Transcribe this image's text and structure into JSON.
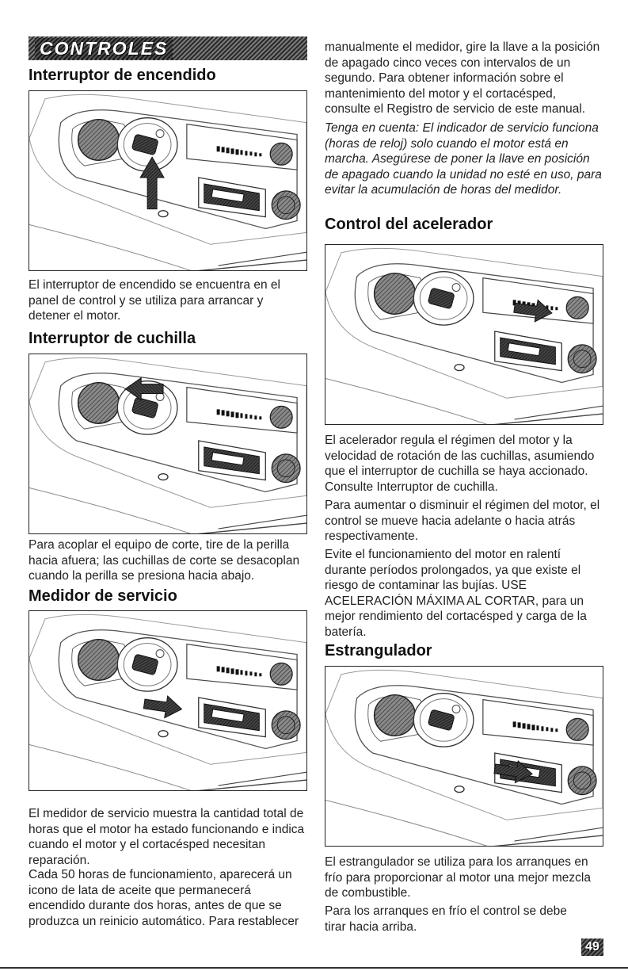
{
  "banner": "CONTROLES",
  "sections": {
    "ignition": {
      "heading": "Interruptor de encendido",
      "text": "El interruptor de encendido se encuentra en el panel de control y se utiliza para arrancar y detener el motor."
    },
    "blade": {
      "heading": "Interruptor de cuchilla",
      "text": "Para acoplar el equipo de corte, tire de la perilla hacia afuera; las cuchillas de corte se desacoplan cuando la perilla se presiona hacia abajo."
    },
    "meter": {
      "heading": "Medidor de servicio",
      "text1": "El medidor de servicio muestra la cantidad total de horas que el motor ha estado funcionando e indica cuando el motor y el cortacésped necesitan reparación.",
      "text2": "Cada 50 horas de funcionamiento, aparecerá un icono de lata de aceite que permanecerá encendido durante dos horas, antes de que se produzca un reinicio automático. Para restablecer",
      "text3": "manualmente el medidor, gire la llave a la posición de apagado cinco veces con intervalos de un segundo. Para obtener información sobre el mantenimiento del motor y el cortacésped, consulte el Registro de servicio de este manual.",
      "note": "Tenga en cuenta: El indicador de servicio funciona (horas de reloj) solo cuando el motor está en marcha. Asegúrese de poner la llave en posición de apagado cuando la unidad no esté en uso, para evitar la acumulación de horas del medidor."
    },
    "throttle": {
      "heading": "Control del acelerador",
      "text1": "El acelerador regula el régimen del motor y la velocidad de rotación de las cuchillas, asumiendo que el interruptor de cuchilla se haya accionado. Consulte Interruptor de cuchilla.",
      "text2": "Para aumentar o disminuir el régimen del motor, el control se mueve hacia adelante o hacia atrás respectivamente.",
      "text3": "Evite el funcionamiento del motor en ralentí durante períodos prolongados, ya que existe el riesgo de contaminar las bujías. USE ACELERACIÓN MÁXIMA AL CORTAR, para un mejor rendimiento del cortacésped y carga de la batería."
    },
    "choke": {
      "heading": "Estrangulador",
      "text1": "El estrangulador se utiliza para los arranques en frío para proporcionar al motor una mejor mezcla de combustible.",
      "text2": "Para los arranques en frío el control se debe tirar hacia arriba."
    }
  },
  "page_number": "49"
}
